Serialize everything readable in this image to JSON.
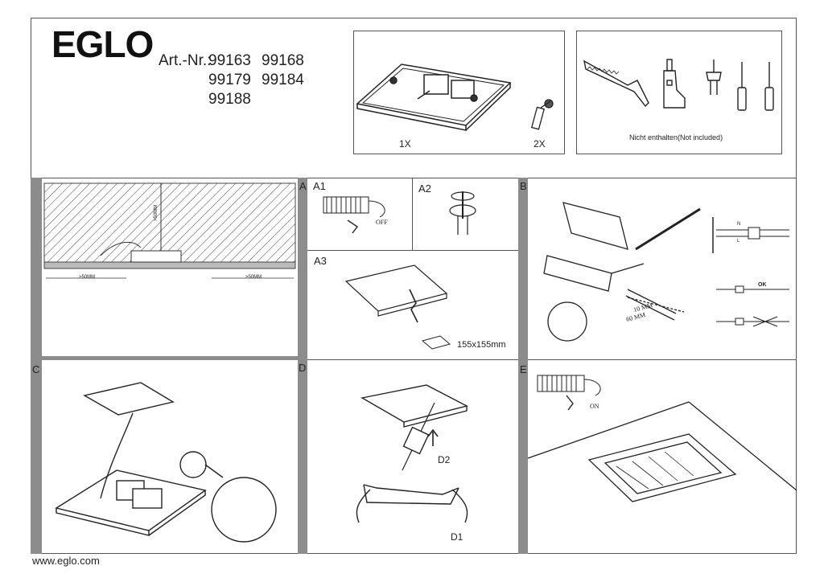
{
  "brand": "EGLO",
  "article": {
    "label": "Art.-Nr.:",
    "numbers": [
      "99163",
      "99168",
      "99179",
      "99184",
      "99188"
    ]
  },
  "parts": {
    "panel_qty": "1X",
    "spring_qty": "2X"
  },
  "tools": {
    "note": "Nicht enthalten(Not included)"
  },
  "panels": {
    "A": "A",
    "A1": "A1",
    "A2": "A2",
    "A3": "A3",
    "B": "B",
    "C": "C",
    "D": "D",
    "E": "E"
  },
  "step_a": {
    "clearance_left": ">50MM",
    "clearance_right": ">50MM",
    "height": ">50MM"
  },
  "step_a1": {
    "switch_state": "OFF"
  },
  "step_a3": {
    "cutout": "155x155mm"
  },
  "step_b": {
    "strip_outer": "60 MM",
    "strip_inner": "10 MM",
    "ok": "OK",
    "wire_n": "N",
    "wire_l": "L"
  },
  "step_d": {
    "d1": "D1",
    "d2": "D2"
  },
  "step_e": {
    "switch_state": "ON"
  },
  "footer": {
    "website": "www.eglo.com"
  }
}
